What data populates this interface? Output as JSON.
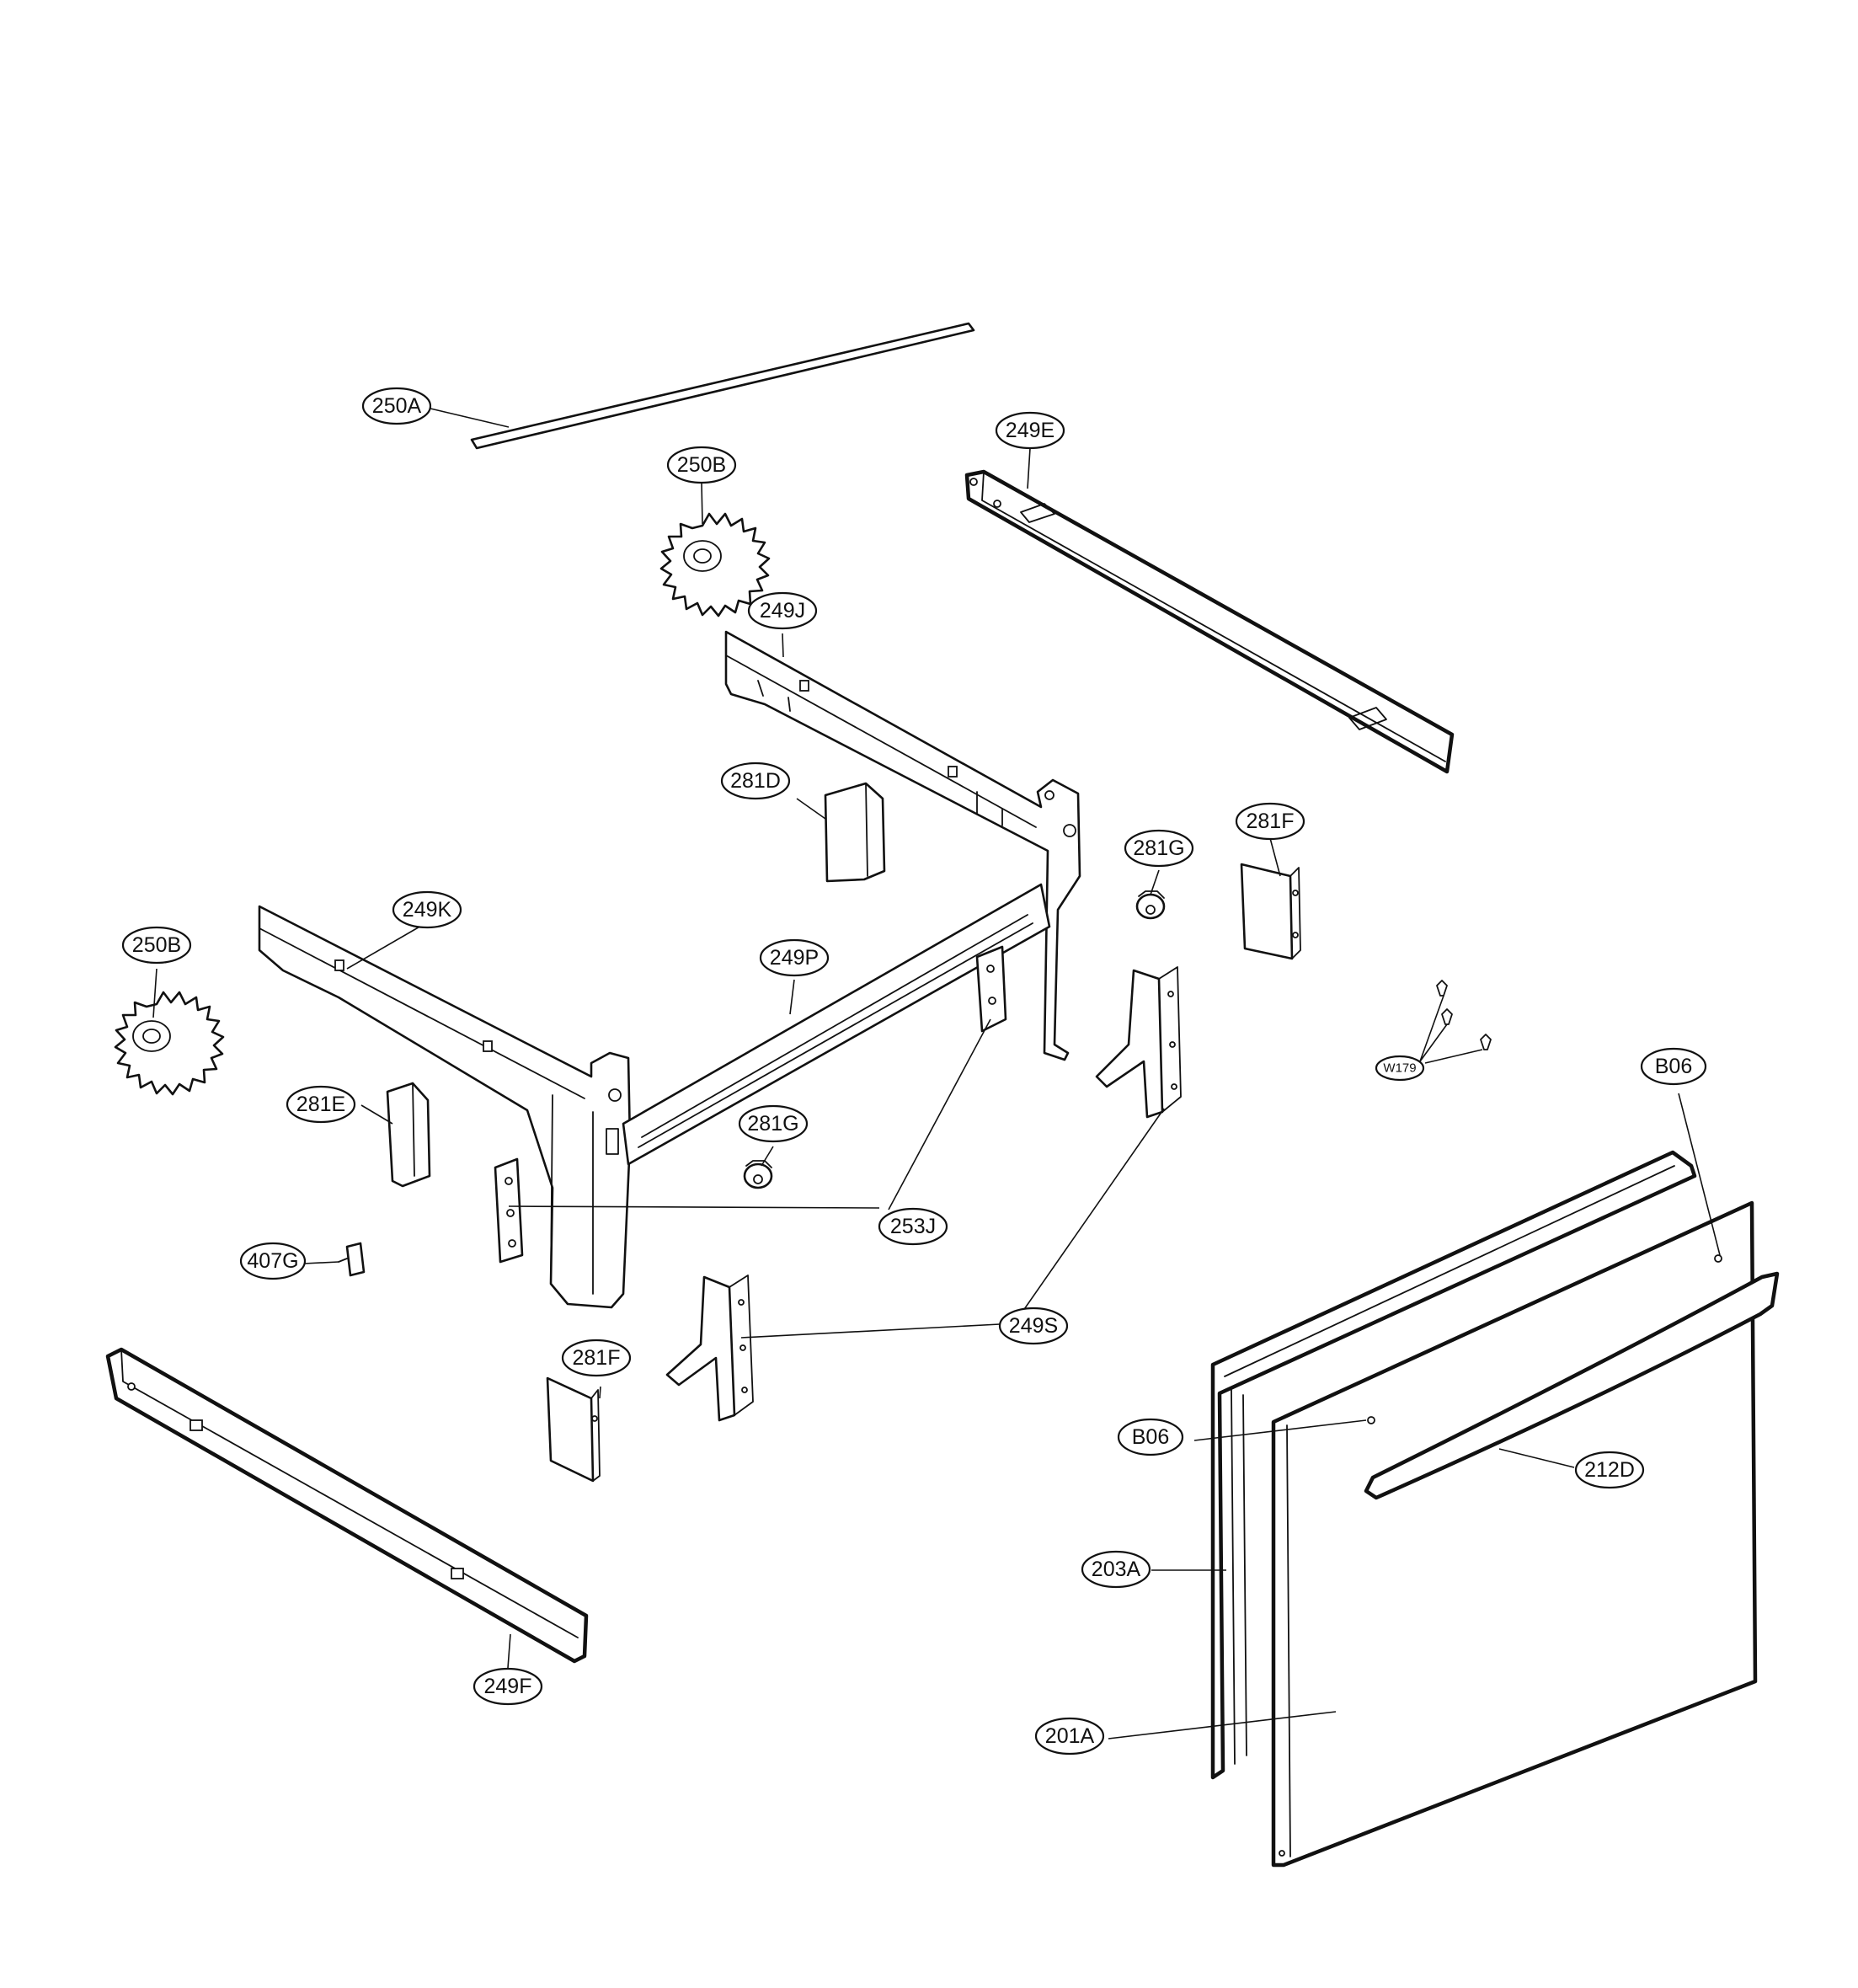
{
  "callouts": {
    "c250A": "250A",
    "c250B_top": "250B",
    "c249E": "249E",
    "c249J": "249J",
    "c281D": "281D",
    "c281G_top": "281G",
    "c281F_right": "281F",
    "c249K": "249K",
    "c250B_left": "250B",
    "c249P": "249P",
    "c281E": "281E",
    "c281G_mid": "281G",
    "c253J": "253J",
    "c407G": "407G",
    "c249S": "249S",
    "c281F_low": "281F",
    "cW179": "W179",
    "cB06_top": "B06",
    "cB06_mid": "B06",
    "c212D": "212D",
    "c203A": "203A",
    "c201A": "201A",
    "c249F": "249F"
  }
}
